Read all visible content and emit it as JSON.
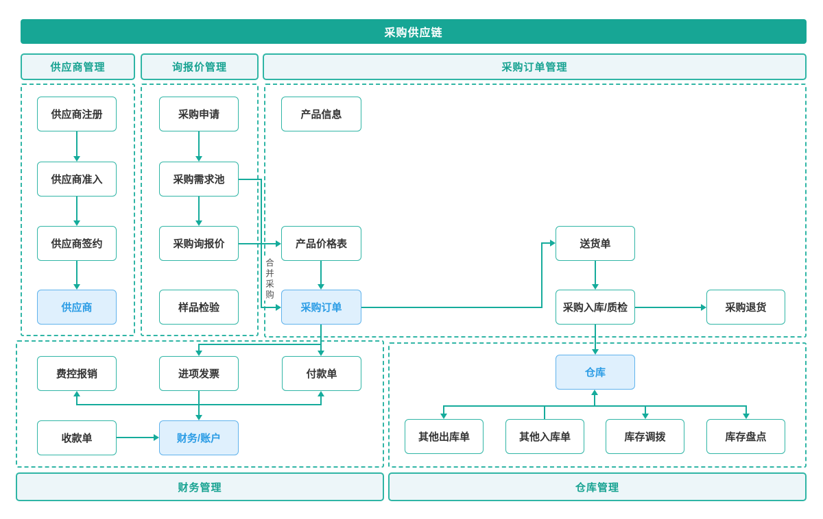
{
  "banner_title": "采购供应链",
  "headers": {
    "supplier": "供应商管理",
    "inquiry": "询报价管理",
    "purchase_order": "采购订单管理"
  },
  "footers": {
    "finance": "财务管理",
    "warehouse": "仓库管理"
  },
  "nodes": {
    "supplier_register": "供应商注册",
    "supplier_access": "供应商准入",
    "supplier_sign": "供应商签约",
    "supplier": "供应商",
    "purchase_request": "采购申请",
    "demand_pool": "采购需求池",
    "purchase_rfq": "采购询报价",
    "sample_inspection": "样品检验",
    "product_info": "产品信息",
    "product_price_list": "产品价格表",
    "purchase_order": "采购订单",
    "delivery_note": "送货单",
    "purchase_inbound_qc": "采购入库/质检",
    "purchase_return": "采购退货",
    "expense_reimbursement": "费控报销",
    "input_invoice": "进项发票",
    "payment_slip": "付款单",
    "receipt_slip": "收款单",
    "finance_account": "财务/账户",
    "warehouse": "仓库",
    "other_outbound": "其他出库单",
    "other_inbound": "其他入库单",
    "inventory_transfer": "库存调拨",
    "inventory_count": "库存盘点"
  },
  "labels": {
    "merge_purchase": "合并采购"
  },
  "colors": {
    "banner_fill": "#17a695",
    "teal_border": "#2fb5a5",
    "connector": "#15ab9b",
    "section_fill": "#edf6f9",
    "section_text": "#17a291",
    "highlight_fill": "#dff0fd",
    "highlight_border": "#5fb2ec",
    "highlight_text": "#2b9ce5",
    "node_text": "#333333"
  }
}
